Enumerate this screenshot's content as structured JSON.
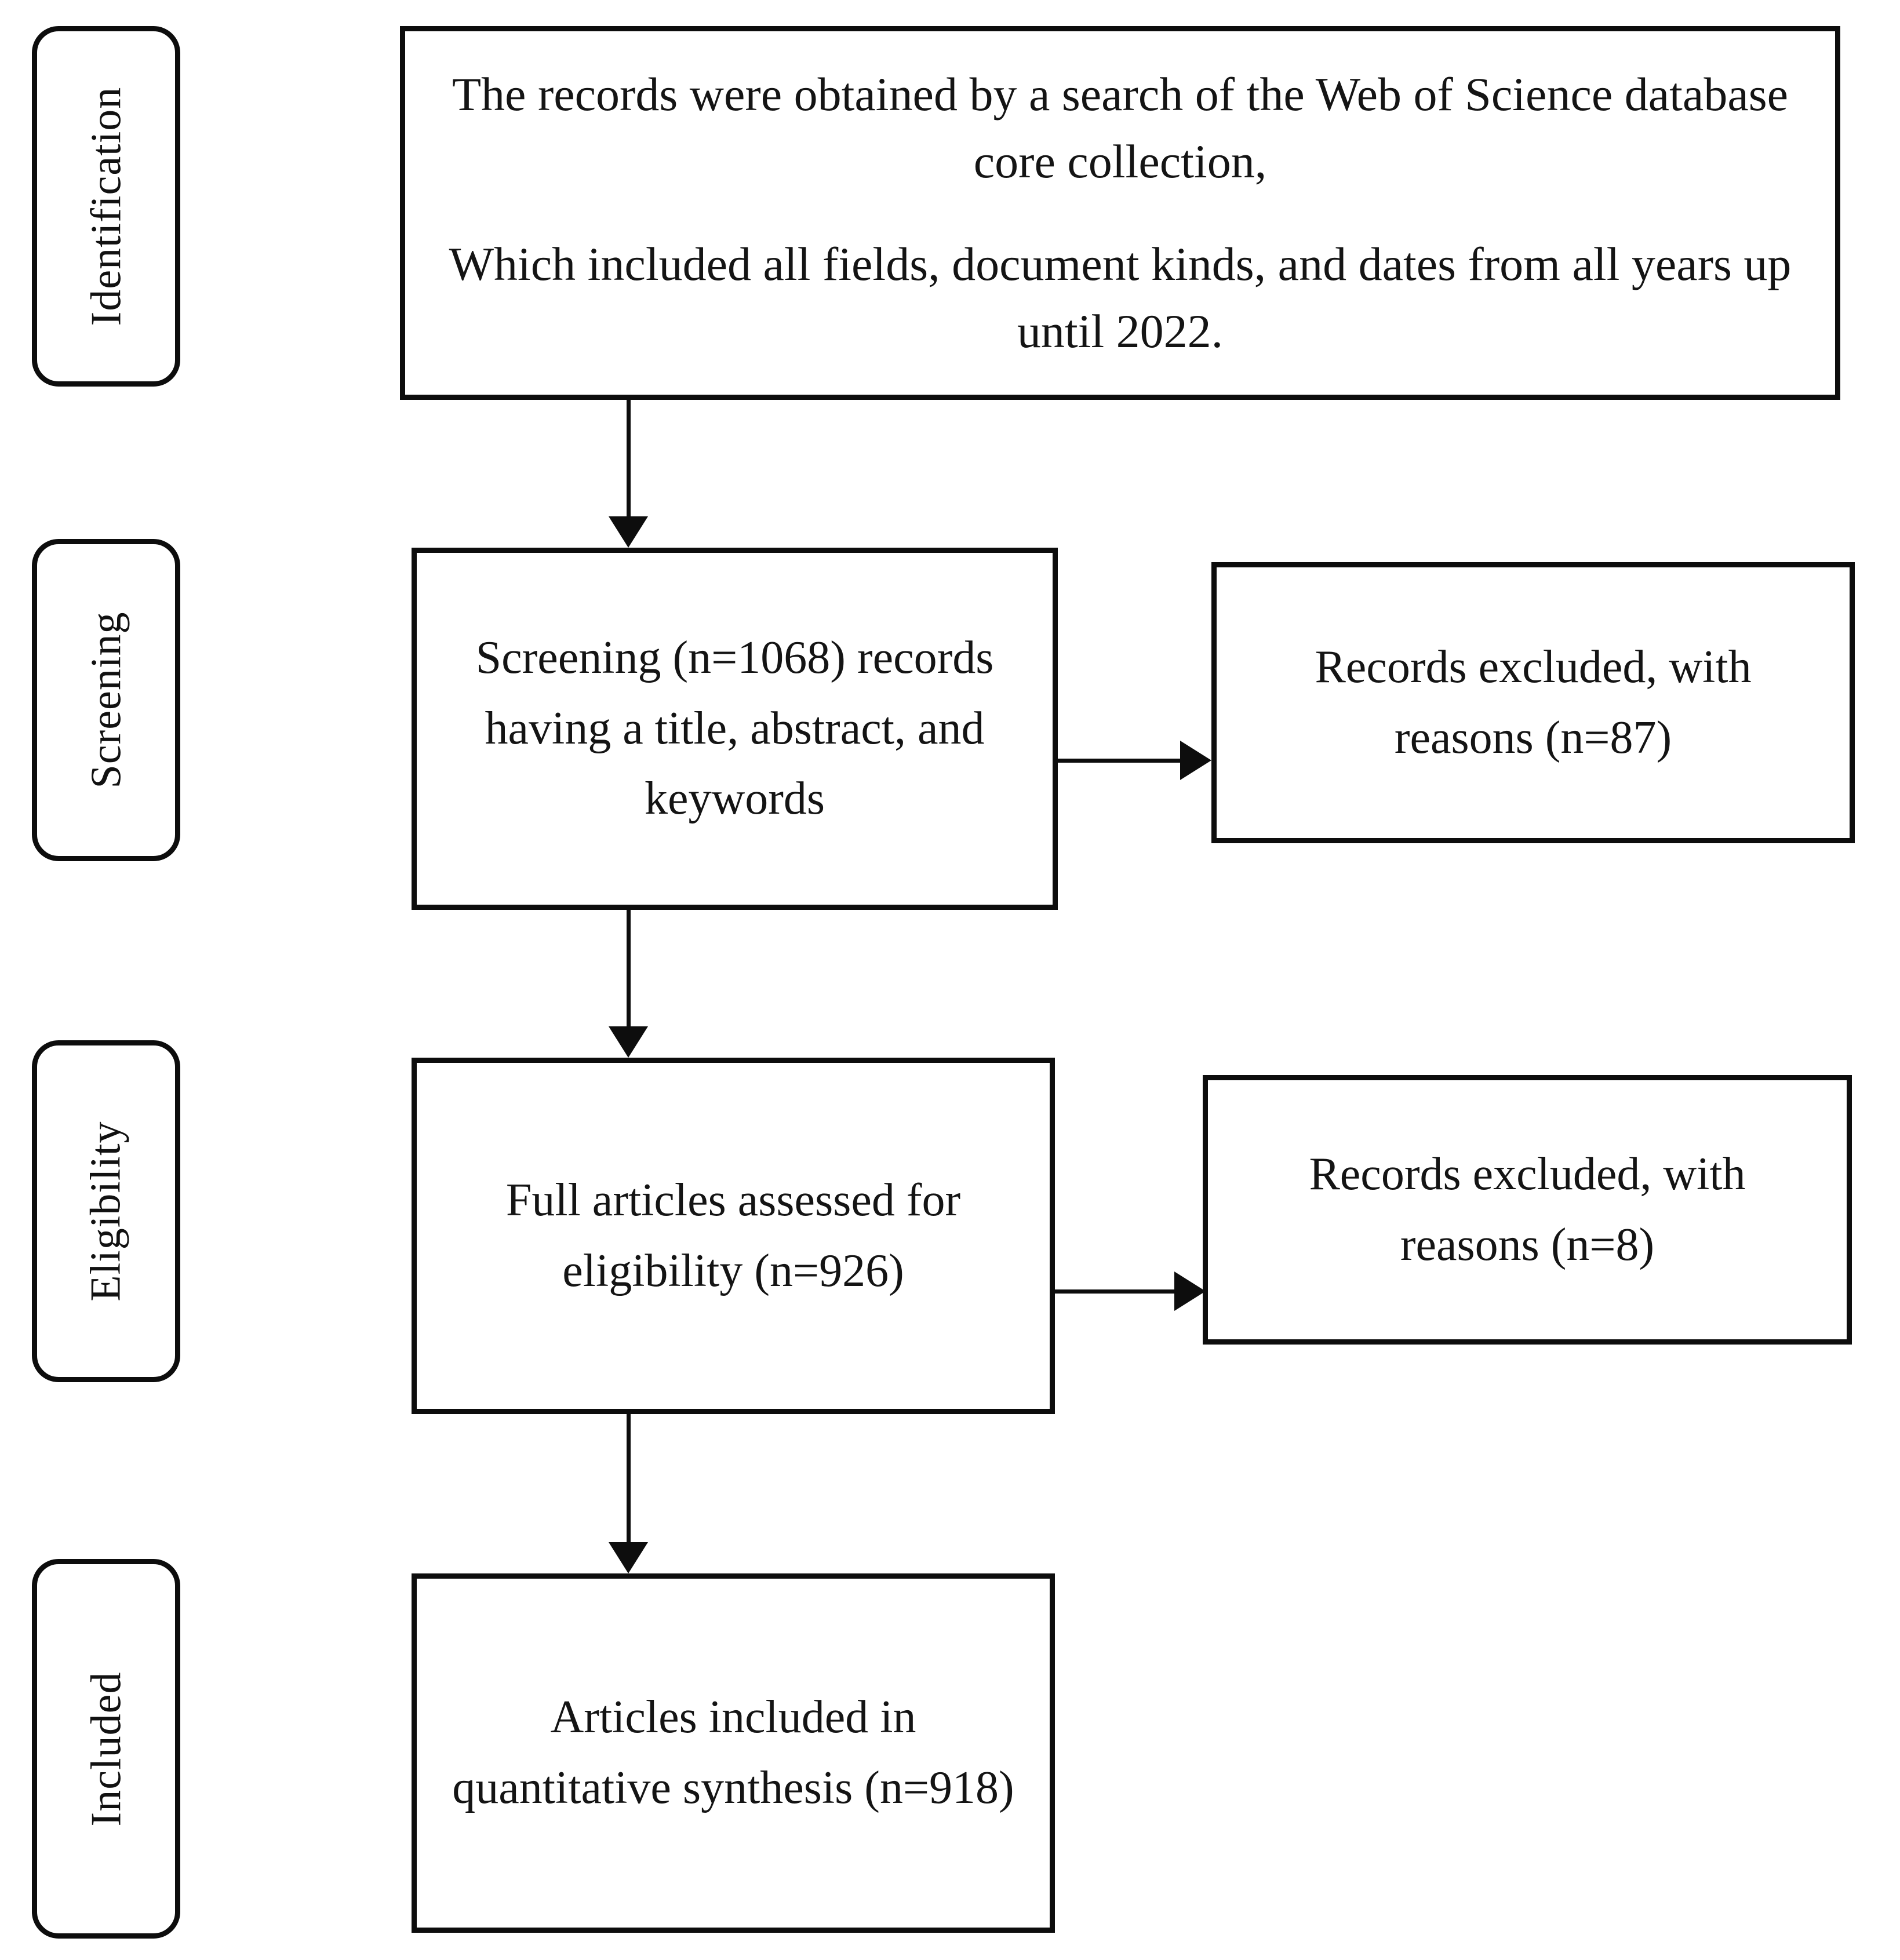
{
  "diagram": {
    "type": "prisma-flow-diagram",
    "stages": [
      {
        "key": "identification",
        "label": "Identification"
      },
      {
        "key": "screening",
        "label": "Screening"
      },
      {
        "key": "eligibility",
        "label": "Eligibility"
      },
      {
        "key": "included",
        "label": "Included"
      }
    ],
    "boxes": {
      "identification": {
        "paragraph_1": "The records were obtained by a search of the Web of Science database core collection,",
        "paragraph_2": "Which included all fields, document kinds, and dates from all years up until 2022."
      },
      "screening": {
        "text": "Screening (n=1068) records having a title, abstract, and keywords",
        "count": 1068
      },
      "excluded_screening": {
        "text": "Records excluded, with reasons (n=87)",
        "count": 87
      },
      "eligibility": {
        "text": "Full articles assessed for eligibility (n=926)",
        "count": 926
      },
      "excluded_eligibility": {
        "text": "Records excluded, with reasons (n=8)",
        "count": 8
      },
      "included": {
        "text": "Articles included in quantitative synthesis (n=918)",
        "count": 918
      }
    },
    "colors": {
      "stroke": "#0d0d0d",
      "text": "#141414",
      "background": "#ffffff"
    }
  }
}
